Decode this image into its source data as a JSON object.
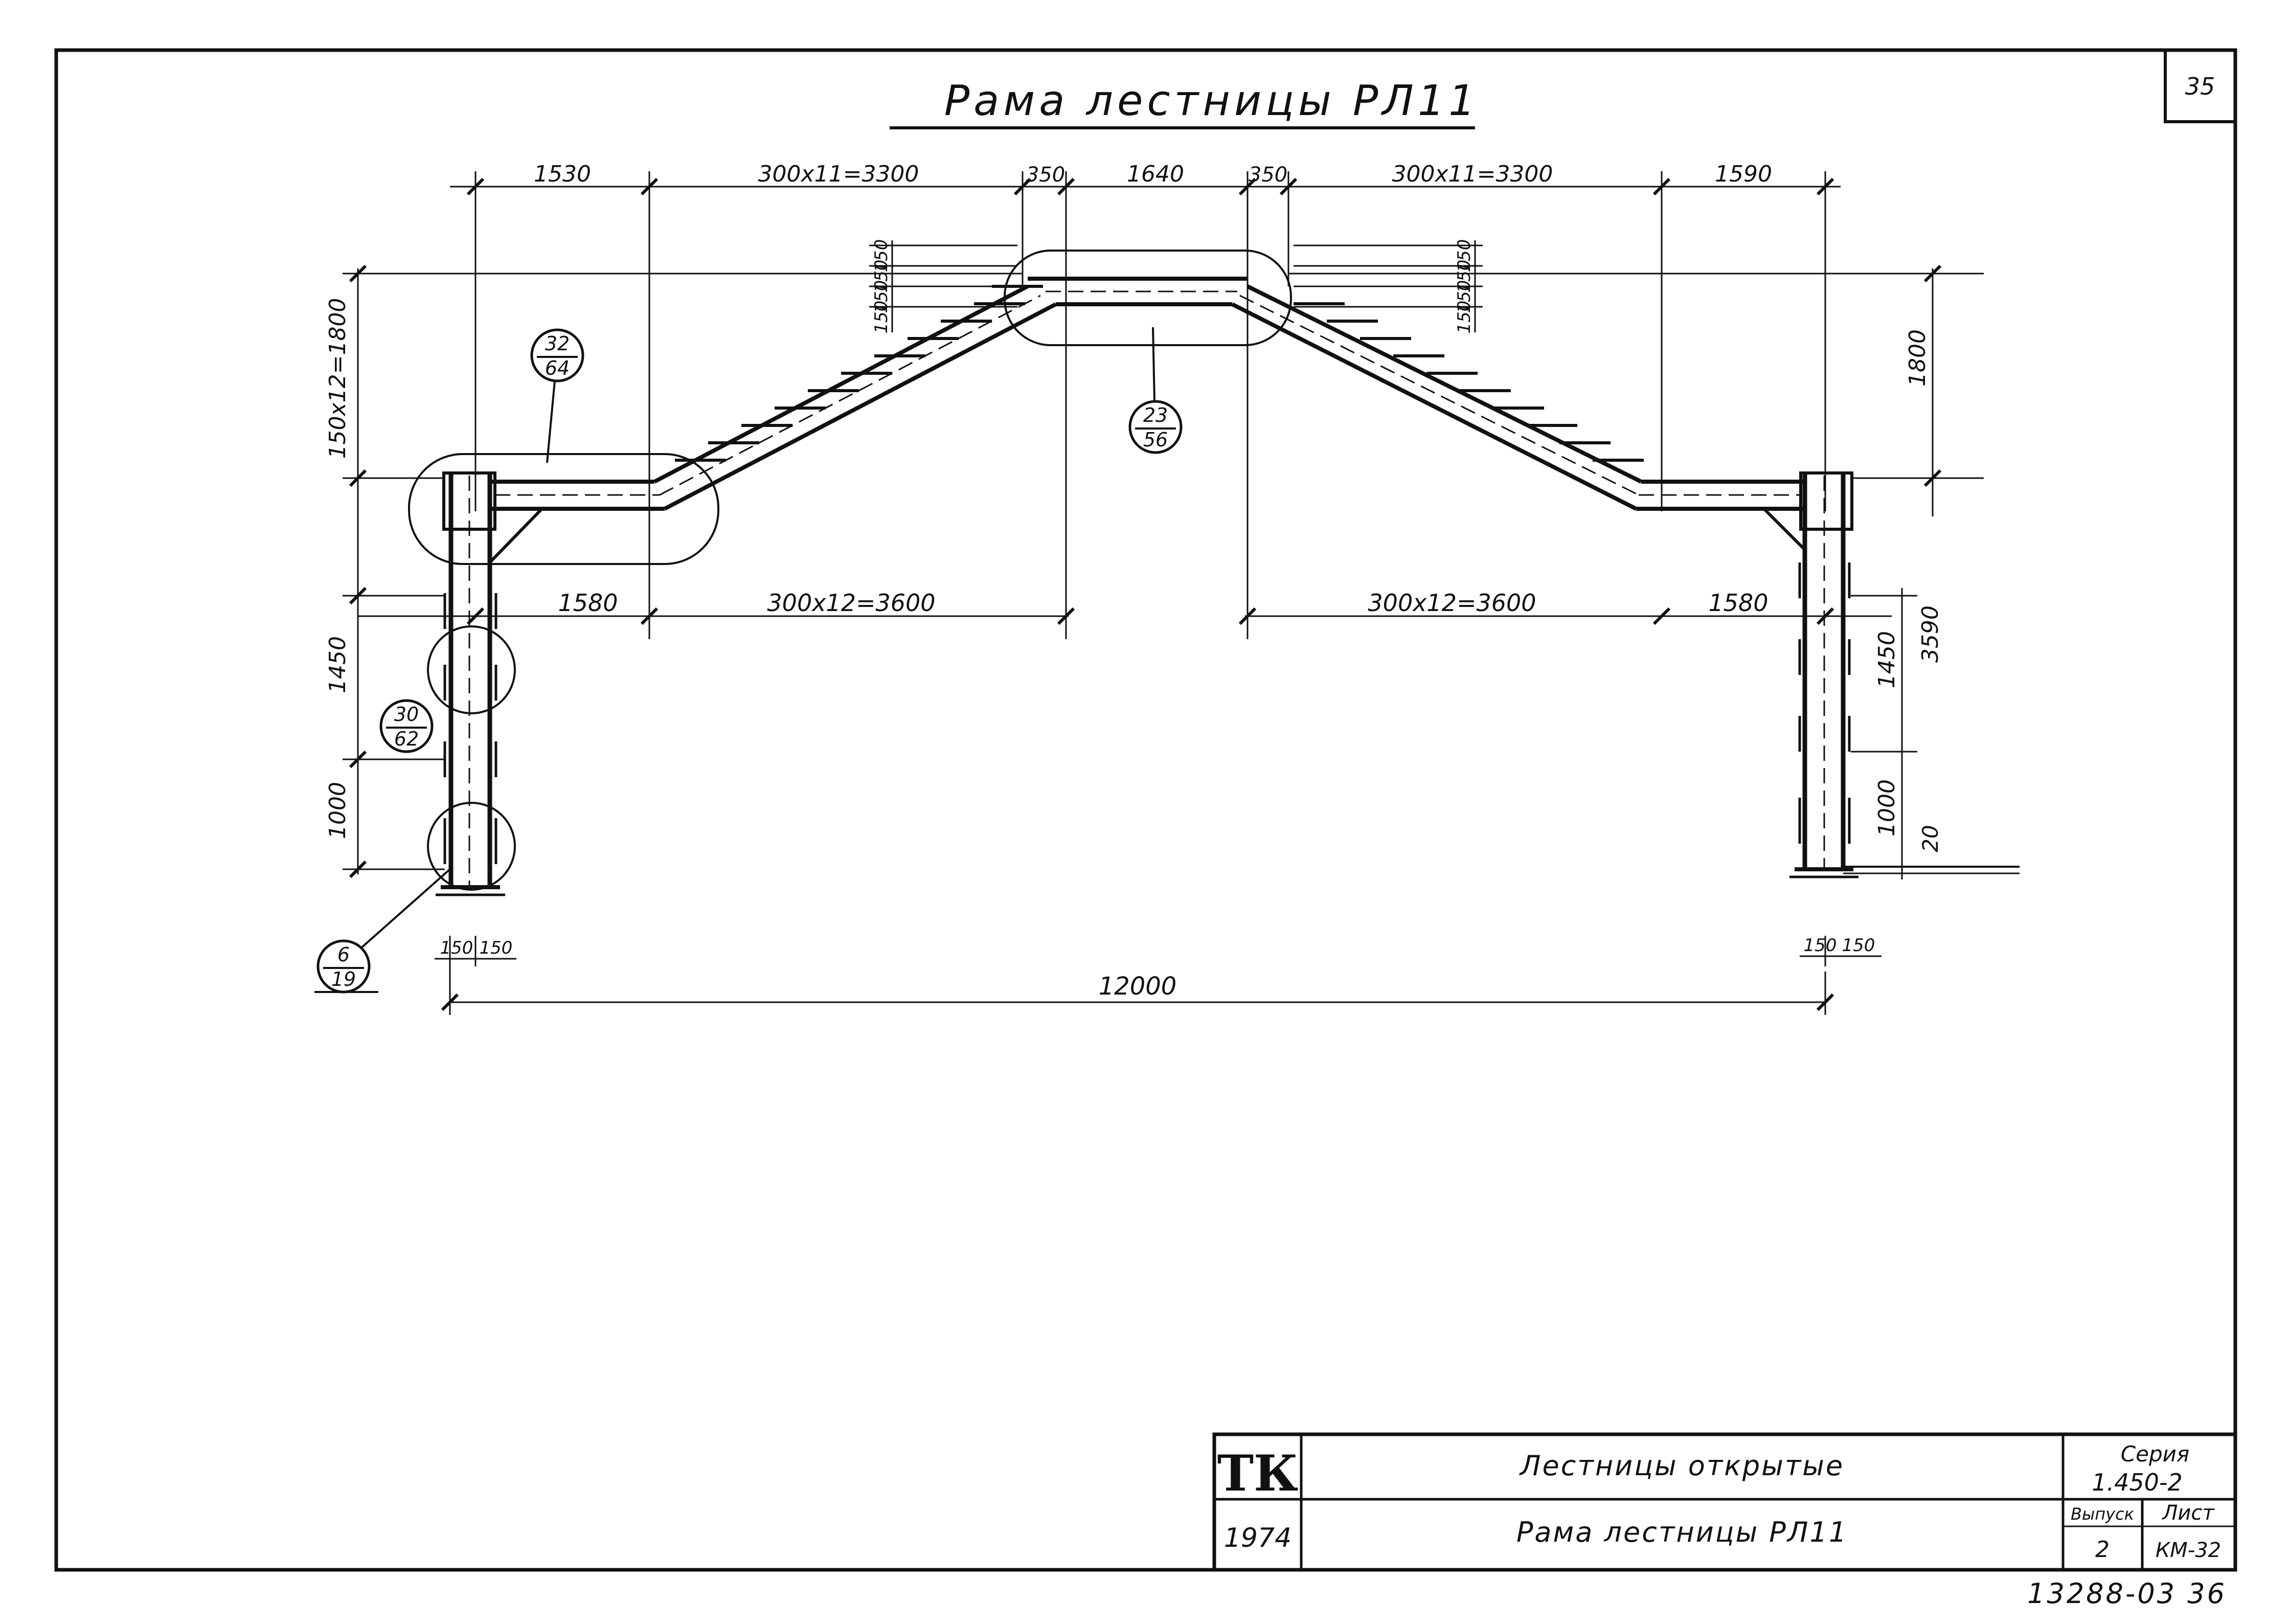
{
  "sheet_number": "35",
  "title": "Рама лестницы РЛ11",
  "dimensions_top": [
    "1530",
    "300x11=3300",
    "350",
    "1640",
    "350",
    "300x11=3300",
    "1590"
  ],
  "dimensions_mid": [
    "1580",
    "300x12=3600",
    "300x12=3600",
    "1580"
  ],
  "dimensions_left": [
    "150x12=1800",
    "1450",
    "1000"
  ],
  "dimensions_right": [
    "1800",
    "1450",
    "3590",
    "1000",
    "20"
  ],
  "dimensions_small_left": [
    "150",
    "150",
    "150",
    "150"
  ],
  "dimensions_small_right": [
    "150",
    "150",
    "150",
    "150"
  ],
  "dimensions_base_left": [
    "150",
    "150"
  ],
  "dimensions_base_right": [
    "150",
    "150"
  ],
  "dimension_total": "12000",
  "callouts": [
    {
      "top": "32",
      "bottom": "64"
    },
    {
      "top": "23",
      "bottom": "56"
    },
    {
      "top": "30",
      "bottom": "62"
    },
    {
      "top": "6",
      "bottom": "19"
    }
  ],
  "title_block": {
    "logo": "ТК",
    "year": "1974",
    "name_line1": "Лестницы открытые",
    "name_line2": "Рама лестницы РЛ11",
    "series_label": "Серия",
    "series_value": "1.450-2",
    "issue_label": "Выпуск",
    "issue_value": "2",
    "sheet_label": "Лист",
    "sheet_value": "КМ-32"
  },
  "archive_number": "13288-03 36"
}
